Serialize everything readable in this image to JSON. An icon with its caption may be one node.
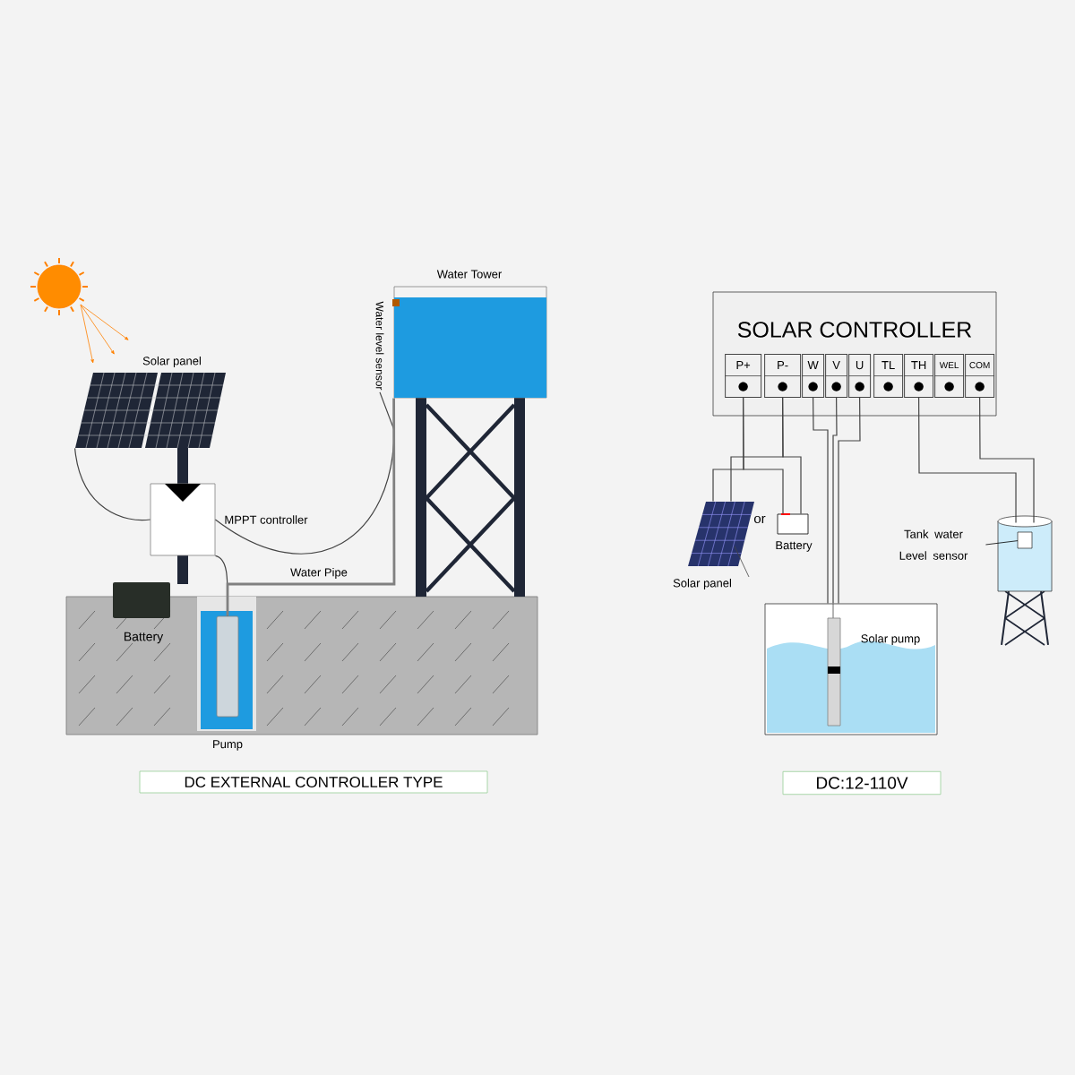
{
  "diagram": {
    "nodes": [
      {
        "text": [
          "Solar panel"
        ]
      },
      {
        "text": [
          "MPPT controller"
        ]
      },
      {
        "text": [
          "Battery"
        ]
      },
      {
        "text": [
          "Pump"
        ]
      },
      {
        "text": [
          "Water Tower"
        ]
      },
      {
        "text": [
          "Water level sensor"
        ]
      },
      {
        "text": [
          "SOLAR CONTROLLER"
        ]
      },
      {
        "text": [
          "P+"
        ],
        "in": 6
      },
      {
        "text": [
          "P-"
        ],
        "in": 6
      },
      {
        "text": [
          "W"
        ],
        "in": 6
      },
      {
        "text": [
          "V"
        ],
        "in": 6
      },
      {
        "text": [
          "U"
        ],
        "in": 6
      },
      {
        "text": [
          "TL"
        ],
        "in": 6
      },
      {
        "text": [
          "TH"
        ],
        "in": 6
      },
      {
        "text": [
          "WEL"
        ],
        "in": 6
      },
      {
        "text": [
          "COM"
        ],
        "in": 6
      },
      {
        "text": [
          "Solar panel"
        ]
      },
      {
        "text": [
          "Battery"
        ]
      },
      {
        "text": [
          "Solar pump"
        ]
      },
      {
        "text": [
          "Tank water Level sensor"
        ]
      },
      {
        "text": [],
        "shape": "picture"
      },
      {
        "text": [
          "DC EXTERNAL CONTROLLER TYPE"
        ]
      },
      {
        "text": [
          "DC:12-110V"
        ]
      }
    ],
    "edges": [
      {
        "from": 0,
        "to": 1,
        "arrow": "none"
      },
      {
        "from": 1,
        "to": 3,
        "arrow": "none"
      },
      {
        "from": 1,
        "to": 5,
        "arrow": "none"
      },
      {
        "from": 3,
        "to": 4,
        "arrow": "none",
        "label": "Water Pipe"
      },
      {
        "from": 7,
        "to": 16,
        "arrow": "none"
      },
      {
        "from": 7,
        "to": 17,
        "arrow": "none"
      },
      {
        "from": 8,
        "to": 16,
        "arrow": "none"
      },
      {
        "from": 8,
        "to": 17,
        "arrow": "none"
      },
      {
        "from": 9,
        "to": 18,
        "arrow": "none"
      },
      {
        "from": 10,
        "to": 18,
        "arrow": "none"
      },
      {
        "from": 11,
        "to": 18,
        "arrow": "none"
      },
      {
        "from": 13,
        "to": 20,
        "arrow": "none"
      },
      {
        "from": 15,
        "to": 20,
        "arrow": "none"
      },
      {
        "from": 19,
        "to": 20,
        "arrow": "none"
      }
    ],
    "labels": [
      "or"
    ]
  }
}
